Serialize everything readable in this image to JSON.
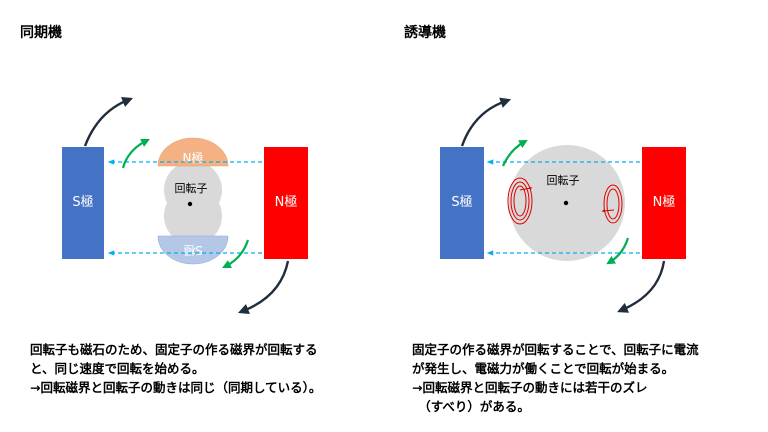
{
  "left": {
    "title": "同期機",
    "s_pole": "S極",
    "n_pole": "N極",
    "rotor_n": "N極",
    "rotor_s": "S極",
    "rotor_label": "回転子",
    "caption": [
      "回転子も磁石のため、固定子の作る磁界が回転する",
      "と、同じ速度で回転を始める。",
      "→回転磁界と回転子の動きは同じ（同期している）。"
    ]
  },
  "right": {
    "title": "誘導機",
    "s_pole": "S極",
    "n_pole": "N極",
    "rotor_label": "回転子",
    "caption": [
      "固定子の作る磁界が回転することで、回転子に電流",
      "が発生し、電磁力が働くことで回転が始まる。",
      "→回転磁界と回転子の動きには若干のズレ",
      "　（すべり）がある。"
    ]
  },
  "colors": {
    "stator_s": "#4472C4",
    "stator_n": "#FF0000",
    "rotor_n": "#F4B183",
    "rotor_s": "#B4C7E7",
    "rotor_body": "#D9D9D9",
    "field_line": "#00B0F0",
    "rotation_arrow": "#00B050",
    "stator_arrow": "#1F2D3D",
    "eddy_current": "#E00000"
  }
}
